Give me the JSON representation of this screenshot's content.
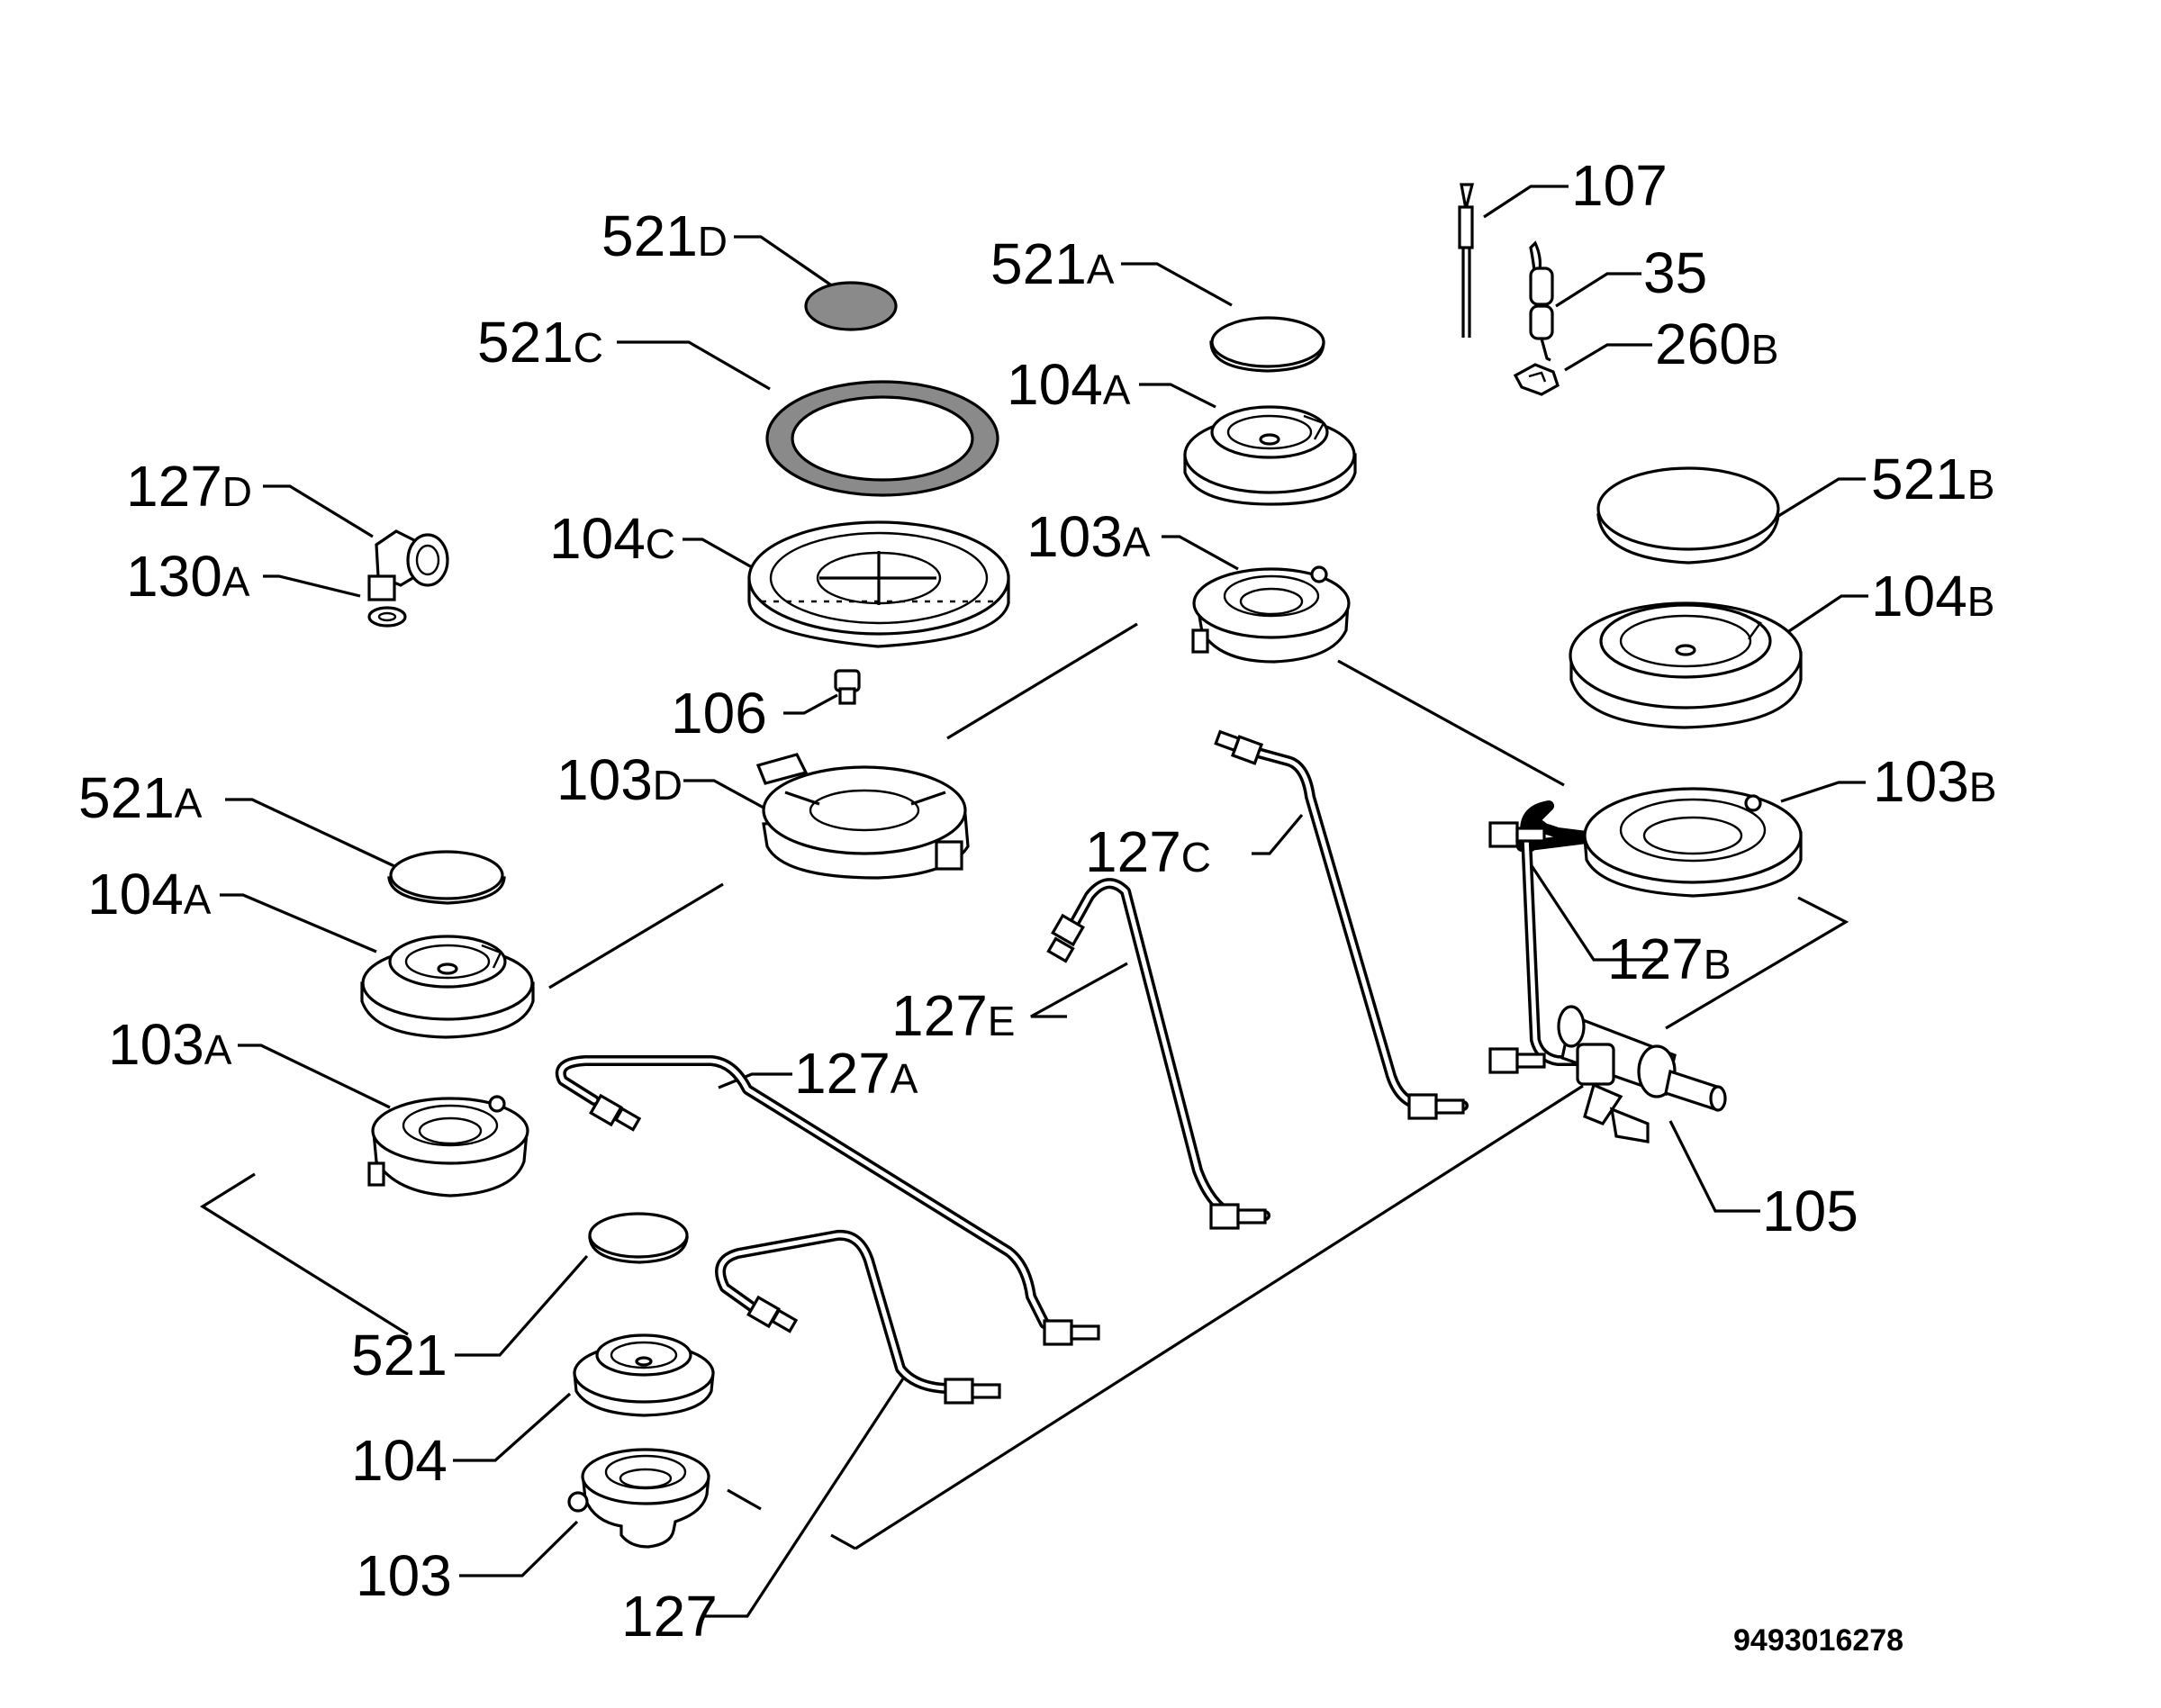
{
  "diagram": {
    "document_number": "9493016278",
    "labels": {
      "l_107": {
        "num": "107",
        "suffix": ""
      },
      "l_35": {
        "num": "35",
        "suffix": ""
      },
      "l_260b": {
        "num": "260",
        "suffix": "B"
      },
      "l_521d": {
        "num": "521",
        "suffix": "D"
      },
      "l_521c": {
        "num": "521",
        "suffix": "C"
      },
      "l_521a_top": {
        "num": "521",
        "suffix": "A"
      },
      "l_104a_top": {
        "num": "104",
        "suffix": "A"
      },
      "l_127d": {
        "num": "127",
        "suffix": "D"
      },
      "l_130a": {
        "num": "130",
        "suffix": "A"
      },
      "l_104c": {
        "num": "104",
        "suffix": "C"
      },
      "l_103a_top": {
        "num": "103",
        "suffix": "A"
      },
      "l_521b": {
        "num": "521",
        "suffix": "B"
      },
      "l_104b": {
        "num": "104",
        "suffix": "B"
      },
      "l_106": {
        "num": "106",
        "suffix": ""
      },
      "l_103d": {
        "num": "103",
        "suffix": "D"
      },
      "l_103b": {
        "num": "103",
        "suffix": "B"
      },
      "l_521a_left": {
        "num": "521",
        "suffix": "A"
      },
      "l_127c": {
        "num": "127",
        "suffix": "C"
      },
      "l_104a_left": {
        "num": "104",
        "suffix": "A"
      },
      "l_127b": {
        "num": "127",
        "suffix": "B"
      },
      "l_127e": {
        "num": "127",
        "suffix": "E"
      },
      "l_103a_left": {
        "num": "103",
        "suffix": "A"
      },
      "l_127a": {
        "num": "127",
        "suffix": "A"
      },
      "l_105": {
        "num": "105",
        "suffix": ""
      },
      "l_521": {
        "num": "521",
        "suffix": ""
      },
      "l_104": {
        "num": "104",
        "suffix": ""
      },
      "l_103": {
        "num": "103",
        "suffix": ""
      },
      "l_127": {
        "num": "127",
        "suffix": ""
      }
    }
  }
}
